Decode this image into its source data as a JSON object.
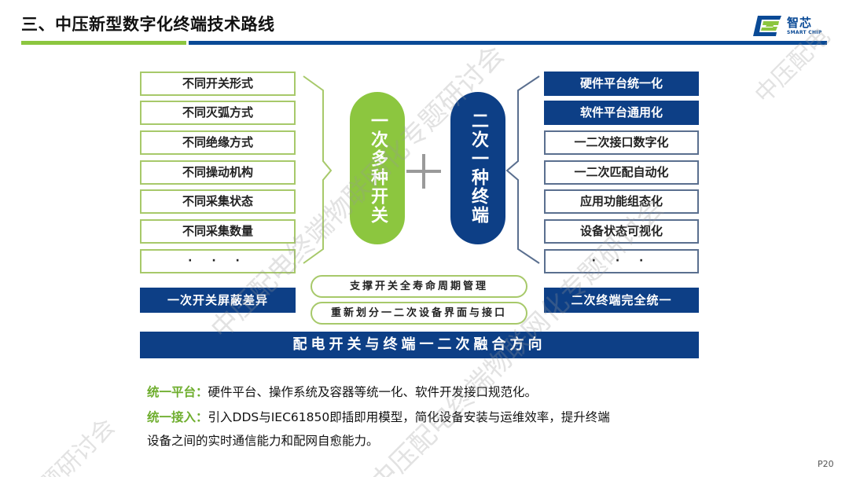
{
  "header": {
    "title": "三、中压新型数字化终端技术路线",
    "accent_green": "#8cc63f",
    "accent_blue": "#0a4a96"
  },
  "logo": {
    "cn": "智芯",
    "en": "SMART CHIP",
    "icon": "smartchip-s-logo-icon"
  },
  "left_column": {
    "items": [
      "不同开关形式",
      "不同灭弧方式",
      "不同绝缘方式",
      "不同操动机构",
      "不同采集状态",
      "不同采集数量",
      "· · ·"
    ],
    "summary": "一次开关屏蔽差异"
  },
  "center": {
    "primary_pill": "一次多种开关",
    "plus_icon": "plus-icon",
    "secondary_pill": "二次一种终端",
    "pills": [
      "支撑开关全寿命周期管理",
      "重新划分一二次设备界面与接口"
    ]
  },
  "right_column": {
    "items": [
      {
        "label": "硬件平台统一化",
        "filled": true
      },
      {
        "label": "软件平台通用化",
        "filled": true
      },
      {
        "label": "一二次接口数字化",
        "filled": false
      },
      {
        "label": "一二次匹配自动化",
        "filled": false
      },
      {
        "label": "应用功能组态化",
        "filled": false
      },
      {
        "label": "设备状态可视化",
        "filled": false
      },
      {
        "label": "· · ·",
        "filled": false
      }
    ],
    "summary": "二次终端完全统一"
  },
  "bottom_bar": "配电开关与终端一二次融合方向",
  "paragraphs": [
    {
      "key": "统一平台：",
      "text": "硬件平台、操作系统及容器等统一化、软件开发接口规范化。"
    },
    {
      "key": "统一接入：",
      "text": "引入DDS与IEC61850即插即用模型，简化设备安装与运维效率，提升终端"
    },
    {
      "key": "",
      "text": "设备之间的实时通信能力和配网自愈能力。"
    }
  ],
  "page_number": "P20",
  "watermark": {
    "text": "中压配电终端物联网化专题研讨会",
    "fragments": [
      "中压配电终端物联网化专题研讨会",
      "中压配电终端物联网化专题研讨会",
      "中压配电",
      "题研讨会",
      "中压配电终端物联网化专题研讨会"
    ]
  }
}
